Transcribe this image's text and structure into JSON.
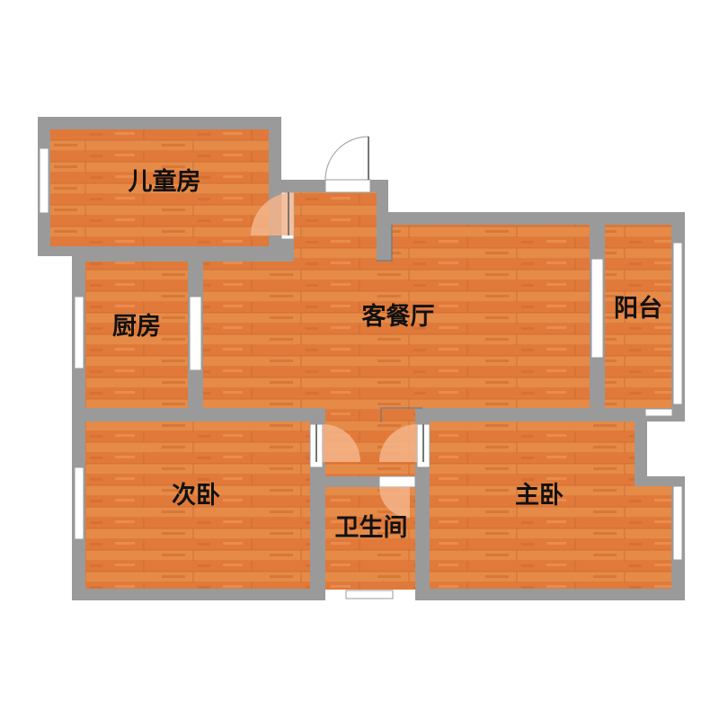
{
  "rooms": {
    "children_room": "儿童房",
    "kitchen": "厨房",
    "living_dining": "客餐厅",
    "balcony": "阳台",
    "second_bedroom": "次卧",
    "bathroom": "卫生间",
    "master_bedroom": "主卧"
  },
  "colors": {
    "floor": "#e27f3e",
    "floor_dark": "#c8632a",
    "floor_light": "#ee9a5a",
    "wall": "#9a9a9a",
    "background": "#ffffff"
  }
}
